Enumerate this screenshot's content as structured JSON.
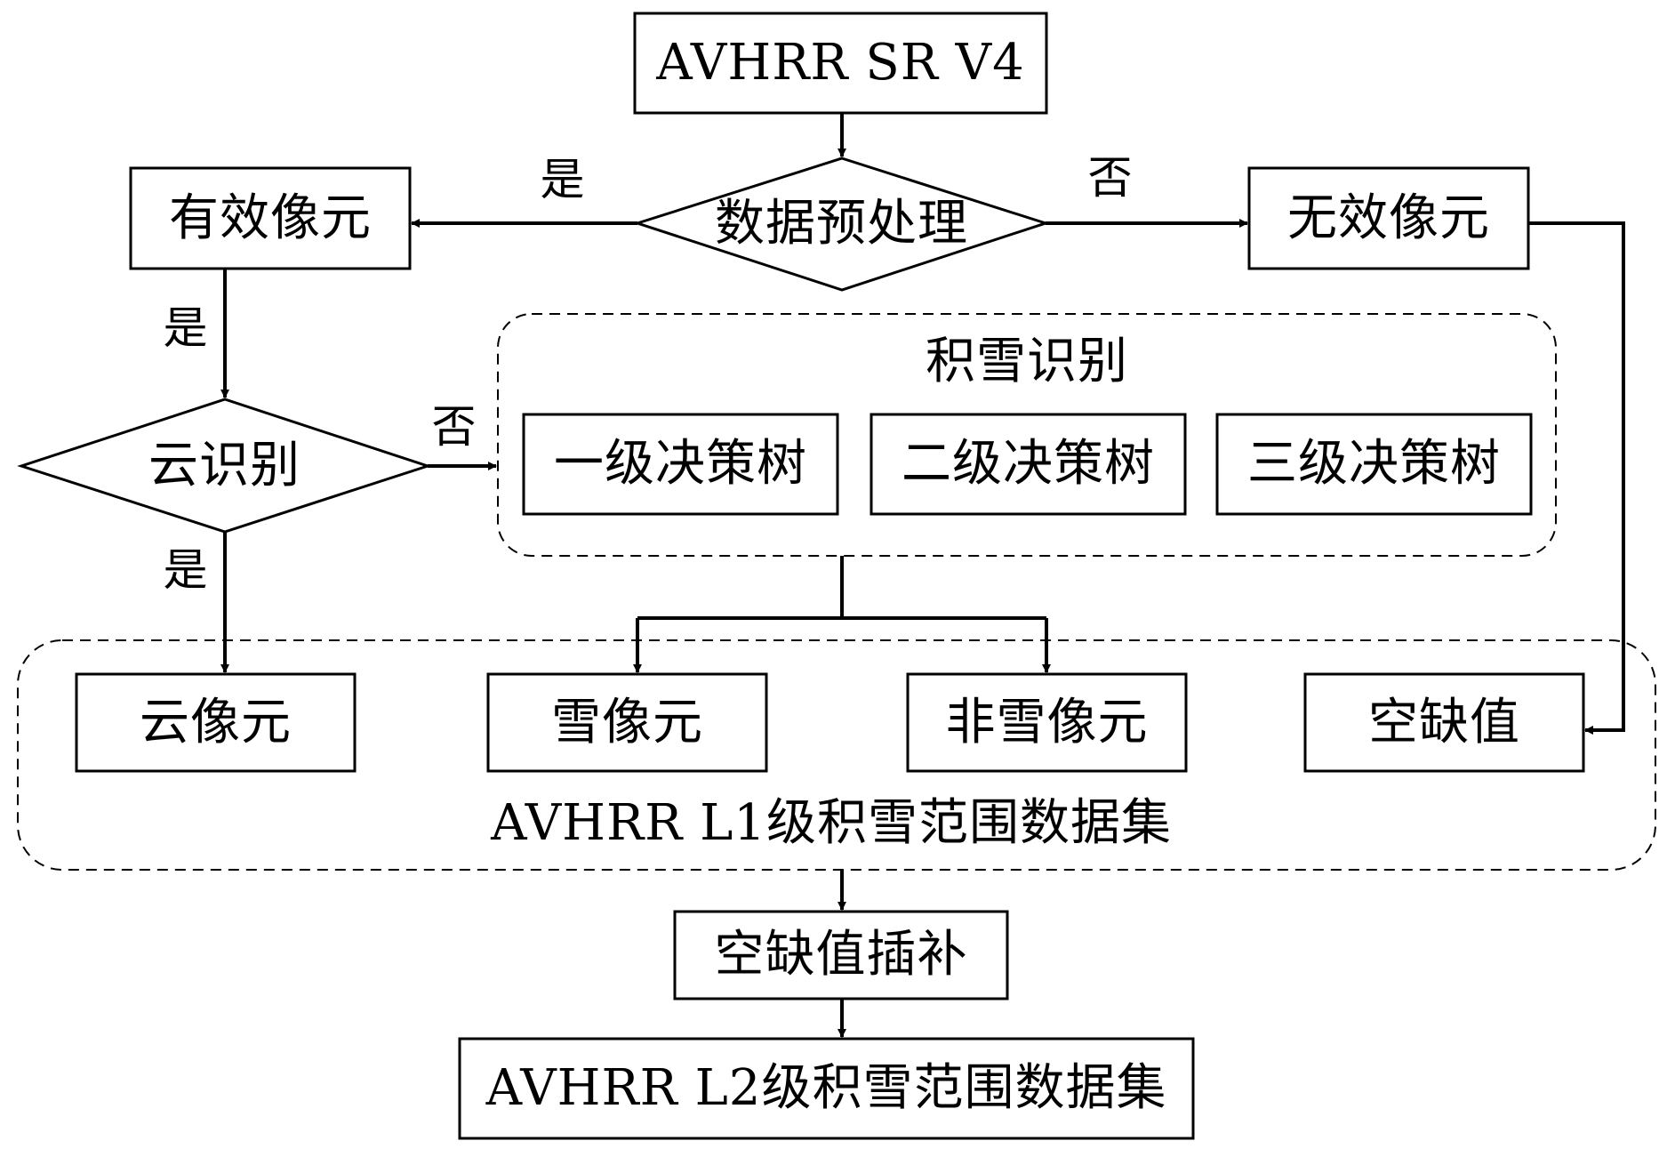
{
  "nodes": {
    "source": "AVHRR SR V4",
    "preprocess": "数据预处理",
    "valid_pixel": "有效像元",
    "invalid_pixel": "无效像元",
    "cloud_detect": "云识别",
    "snow_identification": "积雪识别",
    "tree_level1": "一级决策树",
    "tree_level2": "二级决策树",
    "tree_level3": "三级决策树",
    "cloud_pixel": "云像元",
    "snow_pixel": "雪像元",
    "non_snow_pixel": "非雪像元",
    "missing_value": "空缺值",
    "l1_dataset": "AVHRR L1级积雪范围数据集",
    "gap_fill": "空缺值插补",
    "l2_dataset": "AVHRR L2级积雪范围数据集"
  },
  "edge_labels": {
    "preprocess_yes": "是",
    "preprocess_no": "否",
    "valid_yes": "是",
    "cloud_no": "否",
    "cloud_yes": "是"
  },
  "colors": {
    "stroke": "#000000",
    "background": "#ffffff"
  }
}
